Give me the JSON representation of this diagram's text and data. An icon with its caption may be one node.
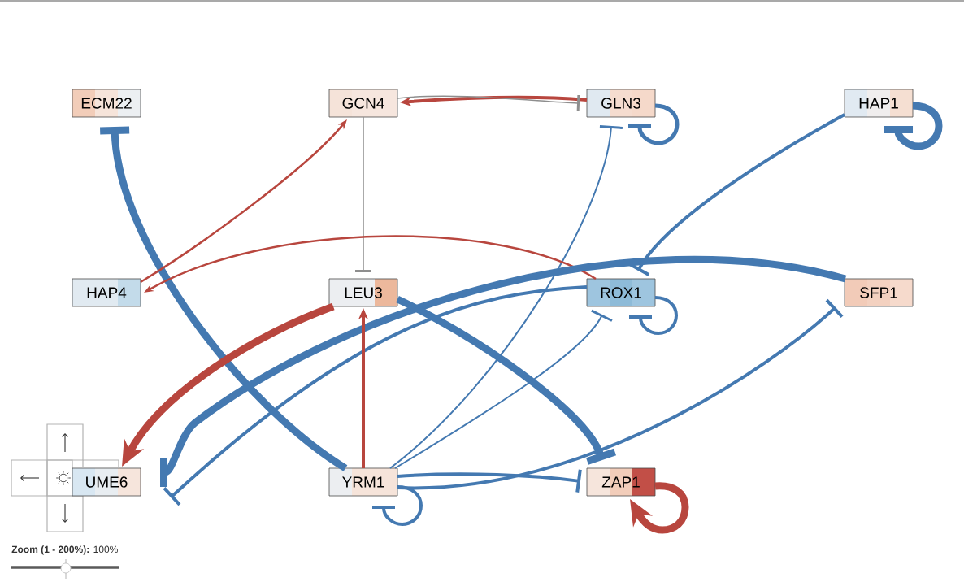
{
  "diagram": {
    "nodes": [
      {
        "text": [
          "ECM22"
        ]
      },
      {
        "text": [
          "GCN4"
        ]
      },
      {
        "text": [
          "GLN3"
        ]
      },
      {
        "text": [
          "HAP1"
        ]
      },
      {
        "text": [
          "HAP4"
        ]
      },
      {
        "text": [
          "LEU3"
        ]
      },
      {
        "text": [
          "ROX1"
        ]
      },
      {
        "text": [
          "SFP1"
        ]
      },
      {
        "text": [
          "UME6"
        ]
      },
      {
        "text": [
          "YRM1"
        ]
      },
      {
        "text": [
          "ZAP1"
        ]
      }
    ],
    "edges": [
      {
        "from": 9,
        "to": 0,
        "arrow": "other",
        "style": "thick"
      },
      {
        "from": 2,
        "to": 1,
        "arrow": "to",
        "color": "#b8463e"
      },
      {
        "from": 1,
        "to": 2,
        "arrow": "other",
        "color": "#8e8e8e"
      },
      {
        "from": 1,
        "to": 5,
        "arrow": "other",
        "color": "#8e8e8e"
      },
      {
        "from": 4,
        "to": 1,
        "arrow": "to",
        "color": "#b8463e"
      },
      {
        "from": 2,
        "to": 2,
        "arrow": "other"
      },
      {
        "from": 3,
        "to": 3,
        "arrow": "other",
        "style": "thick"
      },
      {
        "from": 3,
        "to": 6,
        "arrow": "other"
      },
      {
        "from": 9,
        "to": 2,
        "arrow": "other"
      },
      {
        "from": 6,
        "to": 4,
        "arrow": "to",
        "color": "#b8463e"
      },
      {
        "from": 7,
        "to": 8,
        "arrow": "other",
        "style": "thick"
      },
      {
        "from": 6,
        "to": 8,
        "arrow": "other"
      },
      {
        "from": 6,
        "to": 6,
        "arrow": "other"
      },
      {
        "from": 9,
        "to": 6,
        "arrow": "other"
      },
      {
        "from": 5,
        "to": 10,
        "arrow": "other",
        "style": "thick"
      },
      {
        "from": 5,
        "to": 8,
        "arrow": "to",
        "color": "#b8463e",
        "style": "thick"
      },
      {
        "from": 9,
        "to": 5,
        "arrow": "to",
        "color": "#b8463e"
      },
      {
        "from": 9,
        "to": 7,
        "arrow": "other"
      },
      {
        "from": 9,
        "to": 10,
        "arrow": "other"
      },
      {
        "from": 9,
        "to": 9,
        "arrow": "other"
      },
      {
        "from": 10,
        "to": 10,
        "arrow": "to",
        "color": "#b8463e",
        "style": "thick"
      }
    ],
    "labels": [
      "**Zoom (1 - 200%):** 100%"
    ]
  }
}
